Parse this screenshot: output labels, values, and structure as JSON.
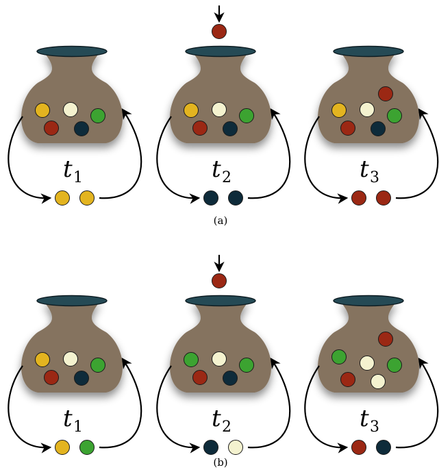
{
  "palette": {
    "yellow": "#e3b420",
    "cream": "#f4f2cf",
    "green": "#3ca331",
    "red": "#9b2814",
    "navy": "#0e2b3a"
  },
  "panels": [
    {
      "caption": "(a)",
      "urns": [
        {
          "label_main": "t",
          "label_sub": "1",
          "incoming": null,
          "contents": [
            "yellow",
            "cream",
            "green",
            "red",
            "navy"
          ],
          "drawn": [
            "yellow",
            "yellow"
          ]
        },
        {
          "label_main": "t",
          "label_sub": "2",
          "incoming": "red",
          "contents": [
            "yellow",
            "cream",
            "green",
            "red",
            "navy"
          ],
          "drawn": [
            "navy",
            "navy"
          ]
        },
        {
          "label_main": "t",
          "label_sub": "3",
          "incoming": null,
          "contents": [
            "yellow",
            "cream",
            "green",
            "red",
            "navy",
            "red"
          ],
          "drawn": [
            "red",
            "red"
          ]
        }
      ]
    },
    {
      "caption": "(b)",
      "urns": [
        {
          "label_main": "t",
          "label_sub": "1",
          "incoming": null,
          "contents": [
            "yellow",
            "cream",
            "green",
            "red",
            "navy"
          ],
          "drawn": [
            "yellow",
            "green"
          ]
        },
        {
          "label_main": "t",
          "label_sub": "2",
          "incoming": "red",
          "contents": [
            "green",
            "cream",
            "green",
            "red",
            "navy"
          ],
          "drawn": [
            "navy",
            "cream"
          ]
        },
        {
          "label_main": "t",
          "label_sub": "3",
          "incoming": null,
          "contents": [
            "green",
            "cream",
            "green",
            "red",
            "cream",
            "red"
          ],
          "drawn": [
            "red",
            "navy"
          ]
        }
      ]
    }
  ]
}
